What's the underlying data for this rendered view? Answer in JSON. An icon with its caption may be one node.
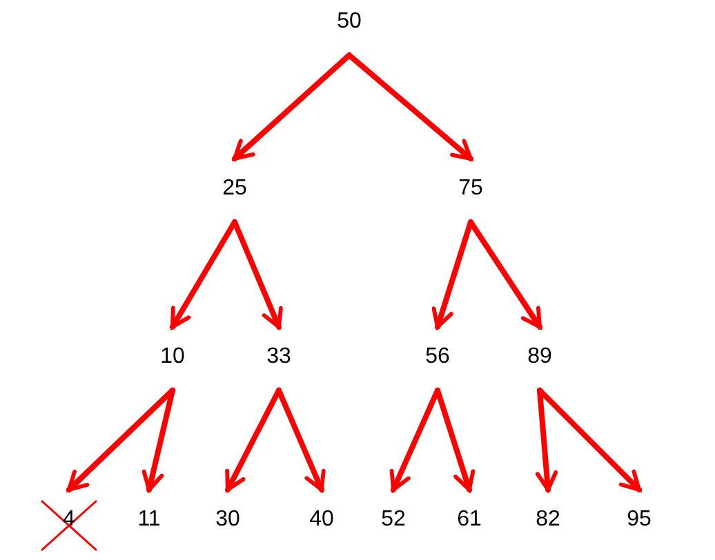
{
  "diagram": {
    "nodes": [
      {
        "text": [
          "50"
        ]
      },
      {
        "text": [
          "25"
        ]
      },
      {
        "text": [
          "75"
        ]
      },
      {
        "text": [
          "10"
        ]
      },
      {
        "text": [
          "33"
        ]
      },
      {
        "text": [
          "56"
        ]
      },
      {
        "text": [
          "89"
        ]
      },
      {
        "text": [
          "4"
        ]
      },
      {
        "text": [
          "11"
        ]
      },
      {
        "text": [
          "30"
        ]
      },
      {
        "text": [
          "40"
        ]
      },
      {
        "text": [
          "52"
        ]
      },
      {
        "text": [
          "61"
        ]
      },
      {
        "text": [
          "82"
        ]
      },
      {
        "text": [
          "95"
        ]
      }
    ],
    "edges": [
      {
        "from": 0,
        "to": 1,
        "arrow": "to"
      },
      {
        "from": 0,
        "to": 2,
        "arrow": "to"
      },
      {
        "from": 1,
        "to": 3,
        "arrow": "to"
      },
      {
        "from": 1,
        "to": 4,
        "arrow": "to"
      },
      {
        "from": 2,
        "to": 5,
        "arrow": "to"
      },
      {
        "from": 2,
        "to": 6,
        "arrow": "to"
      },
      {
        "from": 3,
        "to": 7,
        "arrow": "to"
      },
      {
        "from": 3,
        "to": 8,
        "arrow": "to"
      },
      {
        "from": 4,
        "to": 9,
        "arrow": "to"
      },
      {
        "from": 4,
        "to": 10,
        "arrow": "to"
      },
      {
        "from": 5,
        "to": 11,
        "arrow": "to"
      },
      {
        "from": 5,
        "to": 12,
        "arrow": "to"
      },
      {
        "from": 6,
        "to": 13,
        "arrow": "to"
      },
      {
        "from": 6,
        "to": 14,
        "arrow": "to"
      }
    ]
  }
}
